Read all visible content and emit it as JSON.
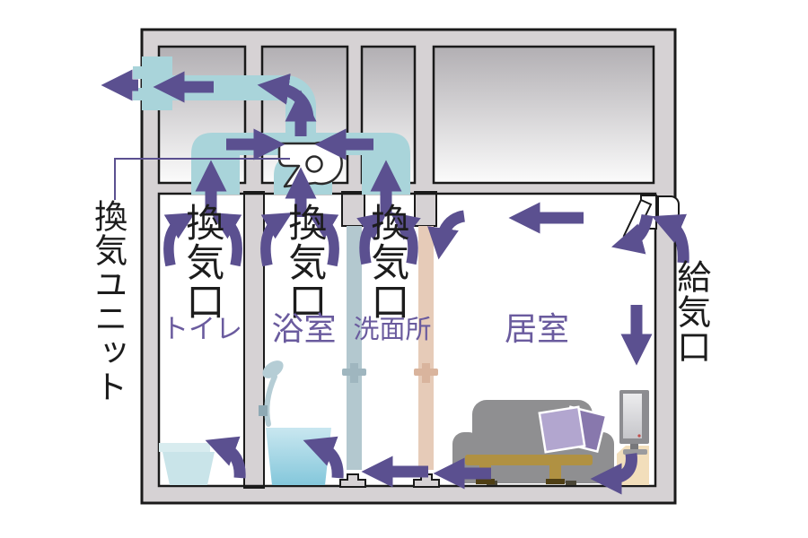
{
  "diagram": {
    "description": "24-hour home ventilation system cross-section",
    "vent_unit_label": "換気ユニット",
    "supply_inlet_label": "給気口",
    "rooms": [
      {
        "name": "トイレ",
        "vent_label": "換気口"
      },
      {
        "name": "浴室",
        "vent_label": "換気口"
      },
      {
        "name": "洗面所",
        "vent_label": "換気口"
      },
      {
        "name": "居室"
      }
    ],
    "colors": {
      "duct_blue": "#a9d4da",
      "arrow_purple": "#5b5090",
      "room_name_purple": "#6a5b9e",
      "label_black": "#1c1c1c",
      "wall_gray": "#d6d2d4",
      "outline_black": "#1a1a1a",
      "bathtub_blue": "#84c7db",
      "door_blue": "#b3c8cf",
      "door_beige": "#e6cbb8",
      "sofa_gray": "#8f8f91",
      "table_gold": "#b09142",
      "tv_stand_tan": "#f2debb"
    }
  }
}
